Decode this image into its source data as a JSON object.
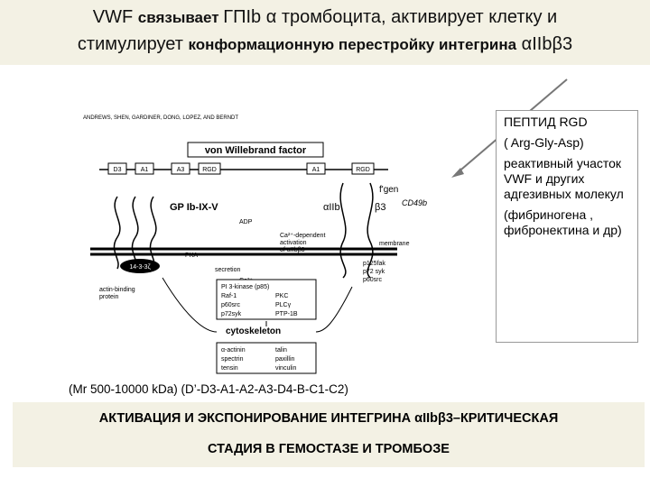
{
  "title": {
    "line1_part1": "VWF ",
    "line1_part2": "связывает ",
    "line1_part3": "ГПIb α тромбоцита, активирует клетку и",
    "line2_part1": "стимулирует ",
    "line2_part2": "конформационную перестройку интегрина",
    "line2_part3": "  αIIbβ3"
  },
  "figure": {
    "authors": "ANDREWS, SHEN, GARDINER, DONG, LOPEZ, AND BERNDT",
    "vwf_label": "von Willebrand factor",
    "domains_left": [
      "D3",
      "A1",
      "A3",
      "RGD"
    ],
    "domains_right": [
      "A1",
      "RGD"
    ],
    "fgen": "f'gen",
    "cd49b": "CD49b",
    "gp_label": "GP Ib-IX-V",
    "alpha_iib": "αIIb",
    "beta3": "β3",
    "adp": "ADP",
    "ca_text": [
      "Ca²⁺-dependent",
      "activation",
      "of αIIbβ3"
    ],
    "membrane": "membrane",
    "pka": "PKA",
    "secretion": "secretion",
    "ca2": "Ca²⁺",
    "protein14": "14-3-3ζ",
    "actin_binding": [
      "actin-binding",
      "protein"
    ],
    "kinases_right": [
      "p125fak",
      "p72 syk",
      "p60src"
    ],
    "kinases_mid": [
      "PI 3-kinase (p85)",
      "Raf-1",
      "p60src",
      "p72syk",
      "PKC",
      "PLCγ",
      "PTP-1B"
    ],
    "cytoskeleton": "cytoskeleton",
    "cyto_proteins": [
      "α-actinin",
      "talin",
      "spectrin",
      "paxillin",
      "tensin",
      "vinculin"
    ]
  },
  "side_box": {
    "p1": "ПЕПТИД RGD",
    "p2": "( Arg-Gly-Asp)",
    "p3": "реактивный участок VWF  и других адгезивных молекул",
    "p4": "(фибриногена , фибронектина и др)"
  },
  "caption": "(Mr 500-10000 kDa) (D’-D3-A1-A2-A3-D4-B-C1-C2)",
  "bottom": {
    "line1": "АКТИВАЦИЯ  И ЭКСПОНИРОВАНИЕ ИНТЕГРИНА αIIbβ3–КРИТИЧЕСКАЯ",
    "line2": "СТАДИЯ В ГЕМОСТАЗЕ И ТРОМБОЗЕ"
  },
  "colors": {
    "title_bg": "#f3f1e4",
    "arrow": "#777777"
  }
}
